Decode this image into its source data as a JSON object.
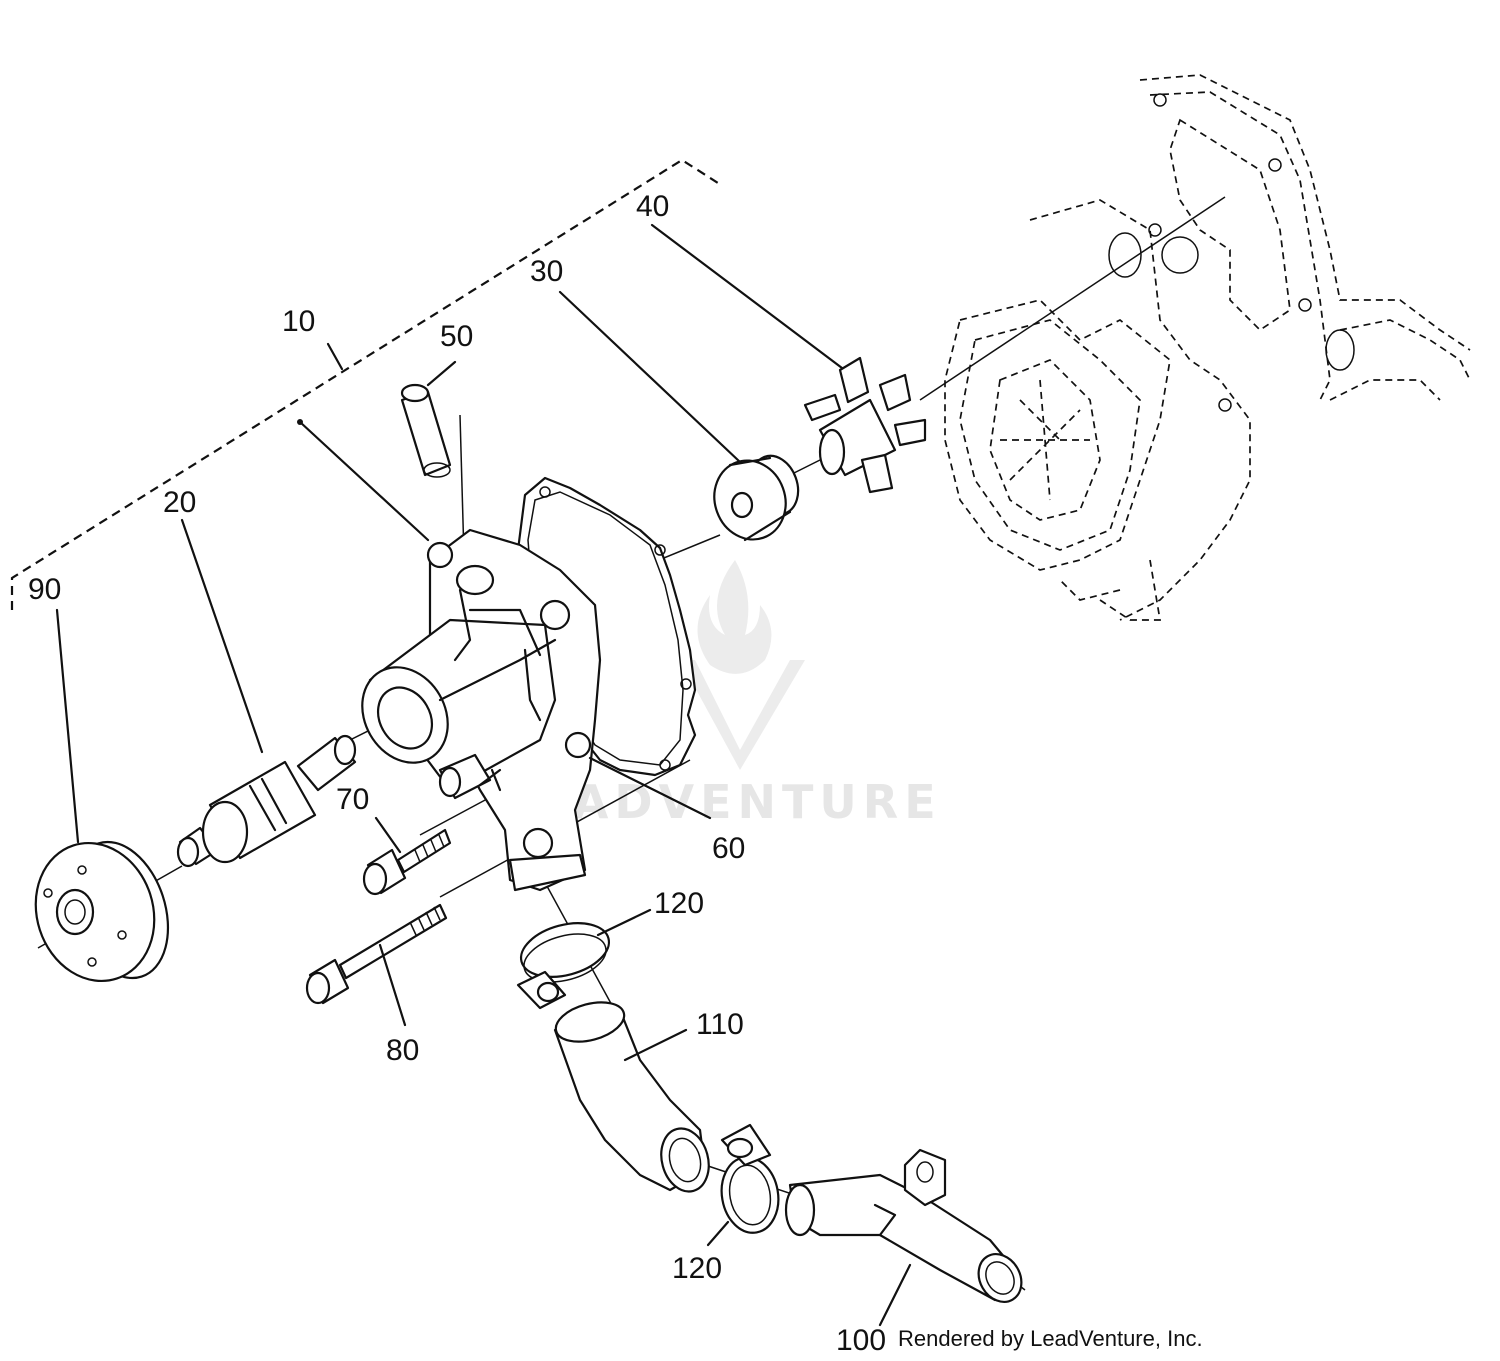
{
  "callouts": [
    {
      "id": "c10",
      "text": "10"
    },
    {
      "id": "c20",
      "text": "20"
    },
    {
      "id": "c30",
      "text": "30"
    },
    {
      "id": "c40",
      "text": "40"
    },
    {
      "id": "c50",
      "text": "50"
    },
    {
      "id": "c60",
      "text": "60"
    },
    {
      "id": "c70",
      "text": "70"
    },
    {
      "id": "c80",
      "text": "80"
    },
    {
      "id": "c90",
      "text": "90"
    },
    {
      "id": "c100",
      "text": "100"
    },
    {
      "id": "c110",
      "text": "110"
    },
    {
      "id": "c120a",
      "text": "120"
    },
    {
      "id": "c120b",
      "text": "120"
    }
  ],
  "watermark": "LEADVENTURE",
  "credit": "Rendered by LeadVenture, Inc."
}
